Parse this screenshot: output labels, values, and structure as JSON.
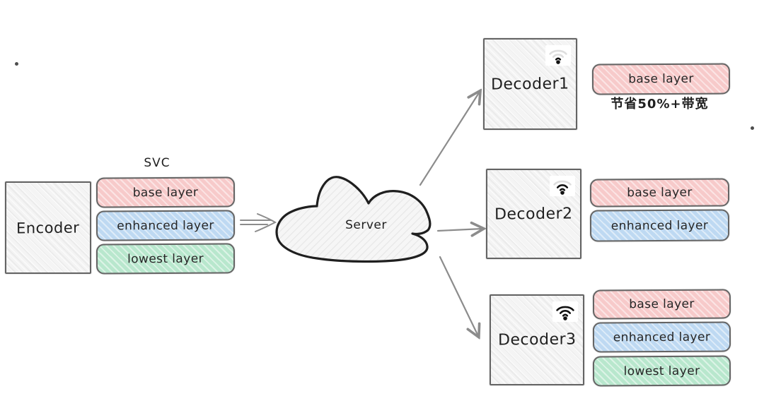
{
  "svc_label": "SVC",
  "encoder": {
    "label": "Encoder"
  },
  "svc_layers": [
    "base layer",
    "enhanced layer",
    "lowest layer"
  ],
  "server": {
    "label": "Server"
  },
  "decoders": [
    {
      "label": "Decoder1",
      "wifi_strength": "weak-1-of-3",
      "layers": [
        "base layer"
      ],
      "note": "节省50%+带宽"
    },
    {
      "label": "Decoder2",
      "wifi_strength": "medium-2-of-3",
      "layers": [
        "base layer",
        "enhanced layer"
      ]
    },
    {
      "label": "Decoder3",
      "wifi_strength": "strong-3-of-3",
      "layers": [
        "base layer",
        "enhanced layer",
        "lowest layer"
      ]
    }
  ],
  "colors": {
    "base_layer_fill": "#f7caca",
    "enhanced_layer_fill": "#bed9f2",
    "lowest_layer_fill": "#b8e7cd",
    "box_fill": "#f4f4f4",
    "stroke": "#646464",
    "cloud_stroke": "#1f1f1f",
    "arrow": "#8c8c8c",
    "ink": "#1f1f1f"
  }
}
